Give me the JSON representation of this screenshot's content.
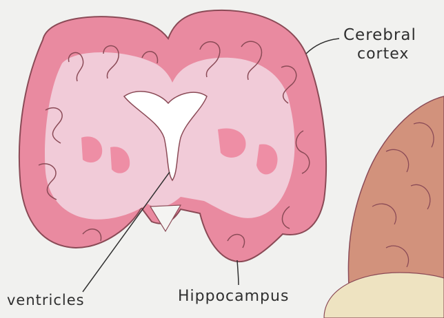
{
  "labels": {
    "cerebral_cortex_line1": "Cerebral",
    "cerebral_cortex_line2": "cortex",
    "ventricles": "ventricles",
    "hippocampus": "Hippocampus"
  },
  "colors": {
    "paper": "#f1f1ef",
    "brain_pink": "#e98aa0",
    "gyri_pink": "#ee8ea5",
    "white_matter": "#f1cbd8",
    "outline": "#8a4a56",
    "ink": "#2f2f2f",
    "lateral_brain": "#d2927c",
    "cerebellum_cream": "#eee3c1"
  }
}
